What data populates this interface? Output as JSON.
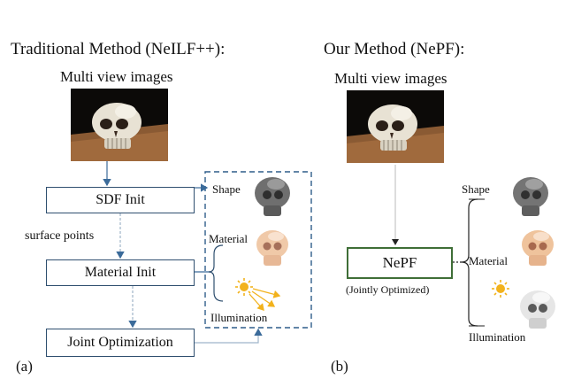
{
  "traditional": {
    "title": "Traditional Method (NeILF++):",
    "input_label": "Multi view images",
    "steps": [
      "SDF Init",
      "Material Init",
      "Joint Optimization"
    ],
    "edge_label": "surface points",
    "outputs": [
      "Shape",
      "Material",
      "Illumination"
    ],
    "panel": "(a)"
  },
  "ours": {
    "title": "Our Method (NePF):",
    "input_label": "Multi view images",
    "model": "NePF",
    "model_note": "(Jointly Optimized)",
    "outputs": [
      "Shape",
      "Material",
      "Illumination"
    ],
    "panel": "(b)"
  },
  "colors": {
    "box_border": "#2f4f6f",
    "nepf_border": "#3f6e37",
    "dashed": "#2f5d8a",
    "arrow": "#3b6b9a",
    "sun": "#f2b21c"
  },
  "icons": [
    "skull-photo",
    "skull-shape-render",
    "skull-material-render",
    "sun-icon",
    "skull-illumination-render"
  ]
}
